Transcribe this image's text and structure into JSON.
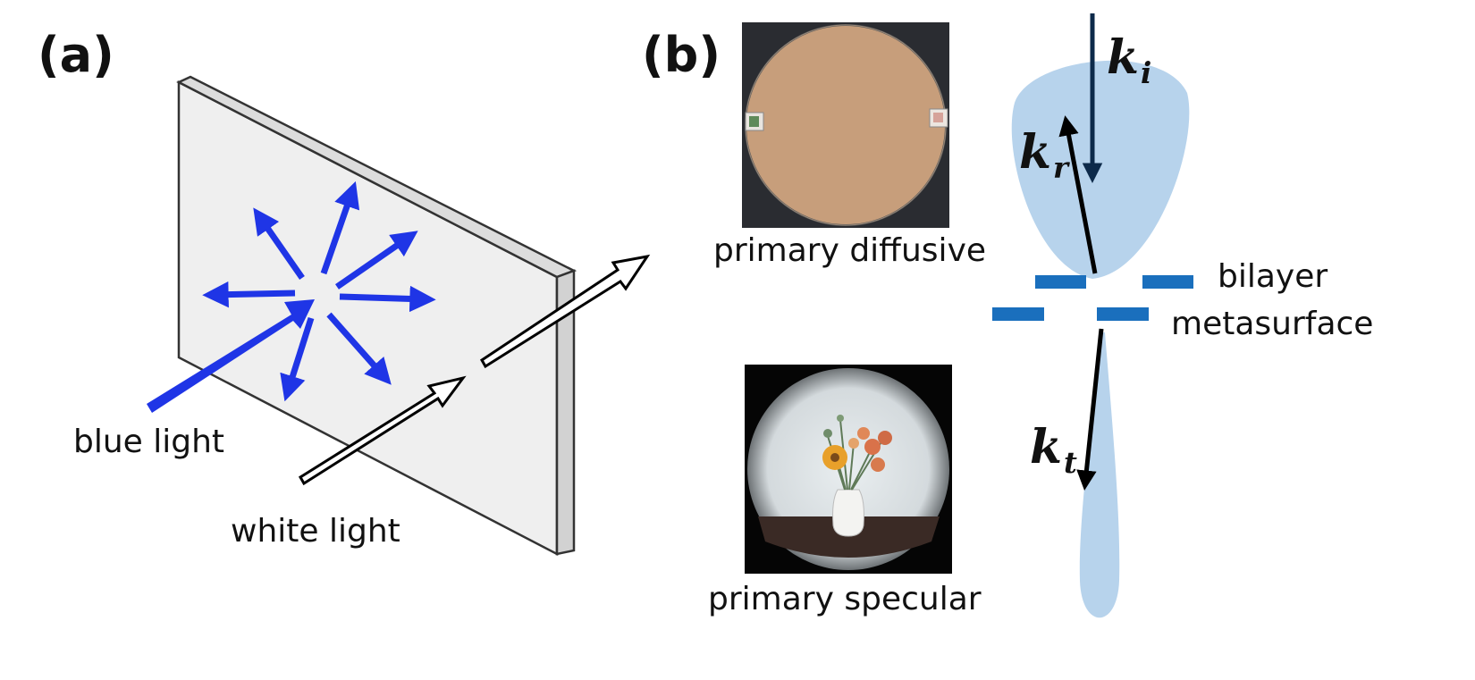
{
  "panel_a": {
    "tag": "(a)",
    "blue_light_label": "blue light",
    "white_light_label": "white light",
    "colors": {
      "blue_arrow": "#1f35e6",
      "panel_face": "#eeeeee"
    }
  },
  "panel_b": {
    "tag": "(b)",
    "diffusive_caption": "primary diffusive",
    "specular_caption": "primary specular",
    "metasurface_label_line1": "bilayer",
    "metasurface_label_line2": "metasurface",
    "k_incident": {
      "base": "k",
      "sub": "i"
    },
    "k_reflected": {
      "base": "k",
      "sub": "r"
    },
    "k_transmitted": {
      "base": "k",
      "sub": "t"
    },
    "colors": {
      "lobe": "#b7d3ec",
      "metasurface": "#1a6fbd",
      "incident_arrow": "#0d2a4a"
    }
  }
}
